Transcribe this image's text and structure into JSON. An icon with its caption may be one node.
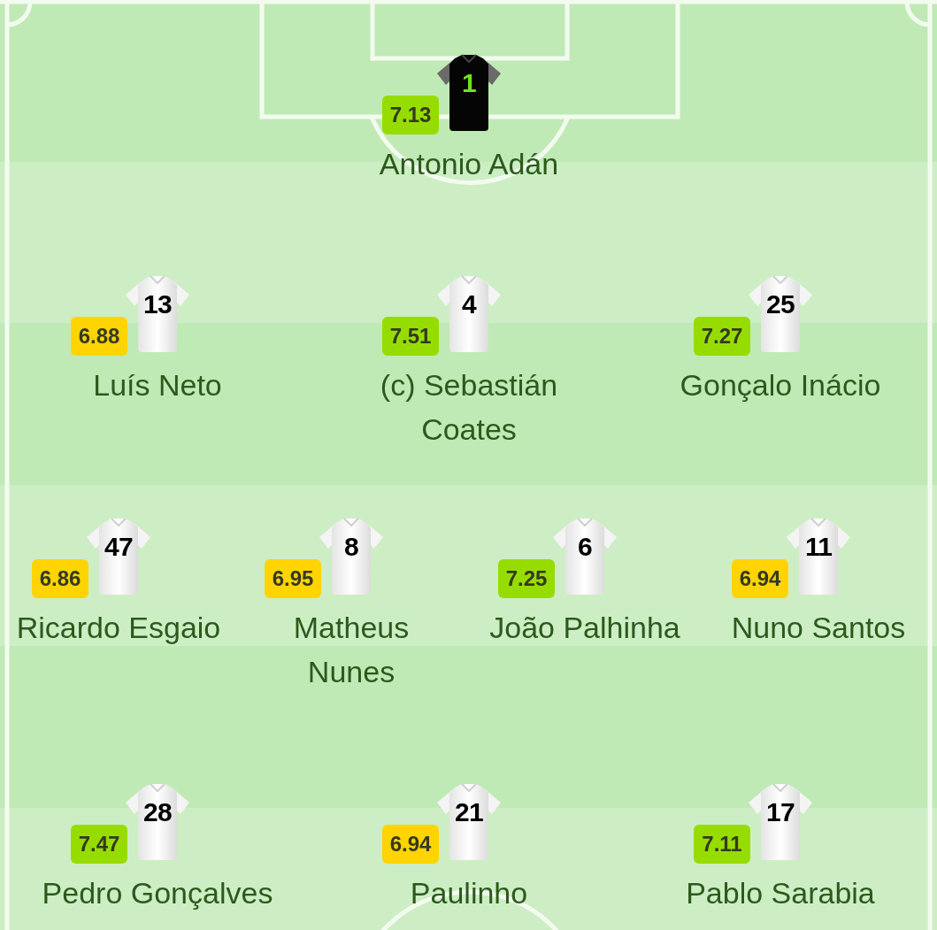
{
  "diagram": {
    "nodes": [
      {
        "text": [
          "7.13"
        ]
      },
      {
        "text": [
          "1"
        ],
        "beside": [
          "Antonio Adán"
        ]
      },
      {
        "text": [
          "6.88"
        ]
      },
      {
        "text": [
          "13"
        ],
        "beside": [
          "Luís Neto"
        ]
      },
      {
        "text": [
          "7.51"
        ]
      },
      {
        "text": [
          "4"
        ],
        "beside": [
          "(c) Sebastián Coates"
        ]
      },
      {
        "text": [
          "7.27"
        ]
      },
      {
        "text": [
          "25"
        ],
        "beside": [
          "Gonçalo Inácio"
        ]
      },
      {
        "text": [
          "6.86"
        ]
      },
      {
        "text": [
          "47"
        ],
        "beside": [
          "Ricardo Esgaio"
        ]
      },
      {
        "text": [
          "6.95"
        ]
      },
      {
        "text": [
          "8"
        ],
        "beside": [
          "Matheus Nunes"
        ]
      },
      {
        "text": [
          "7.25"
        ]
      },
      {
        "text": [
          "6"
        ],
        "beside": [
          "João Palhinha"
        ]
      },
      {
        "text": [
          "6.94"
        ]
      },
      {
        "text": [
          "11"
        ],
        "beside": [
          "Nuno Santos"
        ]
      },
      {
        "text": [
          "7.47"
        ]
      },
      {
        "text": [
          "28"
        ],
        "beside": [
          "Pedro Gonçalves"
        ]
      },
      {
        "text": [
          "6.94"
        ]
      },
      {
        "text": [
          "21"
        ],
        "beside": [
          "Paulinho"
        ]
      },
      {
        "text": [
          "7.11"
        ]
      },
      {
        "text": [
          "17"
        ],
        "beside": [
          "Pablo Sarabia"
        ]
      }
    ]
  }
}
